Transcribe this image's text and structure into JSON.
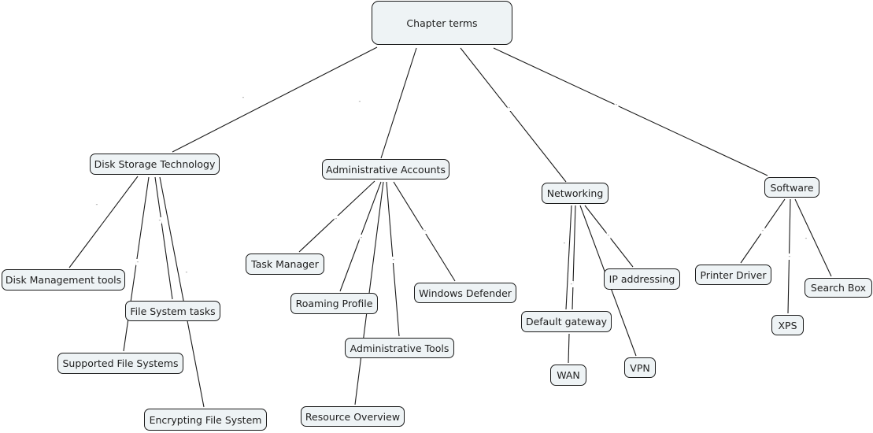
{
  "map": {
    "title": "Chapter terms",
    "link_label": "-",
    "colors": {
      "node_fill": "#eef3f5",
      "node_border": "#1a1a1a",
      "line": "#1a1a1a",
      "background": "#ffffff"
    },
    "nodes": [
      {
        "id": "root",
        "label": "Chapter terms"
      },
      {
        "id": "dst",
        "label": "Disk Storage Technology"
      },
      {
        "id": "aa",
        "label": "Administrative Accounts"
      },
      {
        "id": "net",
        "label": "Networking"
      },
      {
        "id": "sw",
        "label": "Software"
      },
      {
        "id": "dmt",
        "label": "Disk Management tools"
      },
      {
        "id": "fst",
        "label": "File System tasks"
      },
      {
        "id": "sfs",
        "label": "Supported File Systems"
      },
      {
        "id": "efs",
        "label": "Encrypting File System"
      },
      {
        "id": "tm",
        "label": "Task Manager"
      },
      {
        "id": "rp",
        "label": "Roaming Profile"
      },
      {
        "id": "at",
        "label": "Administrative Tools"
      },
      {
        "id": "ro",
        "label": "Resource Overview"
      },
      {
        "id": "wd",
        "label": "Windows Defender"
      },
      {
        "id": "dg",
        "label": "Default gateway"
      },
      {
        "id": "wan",
        "label": "WAN"
      },
      {
        "id": "ip",
        "label": "IP addressing"
      },
      {
        "id": "vpn",
        "label": "VPN"
      },
      {
        "id": "pd",
        "label": "Printer Driver"
      },
      {
        "id": "xps",
        "label": "XPS"
      },
      {
        "id": "sb",
        "label": "Search Box"
      }
    ],
    "links": [
      {
        "from": "root",
        "to": "dst",
        "label": "-"
      },
      {
        "from": "root",
        "to": "aa",
        "label": "-"
      },
      {
        "from": "root",
        "to": "net",
        "label": "-"
      },
      {
        "from": "root",
        "to": "sw",
        "label": "-"
      },
      {
        "from": "dst",
        "to": "dmt",
        "label": "-"
      },
      {
        "from": "dst",
        "to": "sfs",
        "label": "-"
      },
      {
        "from": "dst",
        "to": "fst",
        "label": "-"
      },
      {
        "from": "dst",
        "to": "efs",
        "label": "-"
      },
      {
        "from": "aa",
        "to": "tm",
        "label": "-"
      },
      {
        "from": "aa",
        "to": "rp",
        "label": "-"
      },
      {
        "from": "aa",
        "to": "at",
        "label": "-"
      },
      {
        "from": "aa",
        "to": "wd",
        "label": "-"
      },
      {
        "from": "aa",
        "to": "ro",
        "label": ""
      },
      {
        "from": "net",
        "to": "dg",
        "label": "-"
      },
      {
        "from": "net",
        "to": "dg",
        "label": "-"
      },
      {
        "from": "net",
        "to": "vpn",
        "label": ""
      },
      {
        "from": "net",
        "to": "ip",
        "label": "-"
      },
      {
        "from": "dg",
        "to": "wan",
        "label": ""
      },
      {
        "from": "sw",
        "to": "pd",
        "label": "-"
      },
      {
        "from": "sw",
        "to": "xps",
        "label": "-"
      },
      {
        "from": "sw",
        "to": "sb",
        "label": "-"
      }
    ]
  }
}
